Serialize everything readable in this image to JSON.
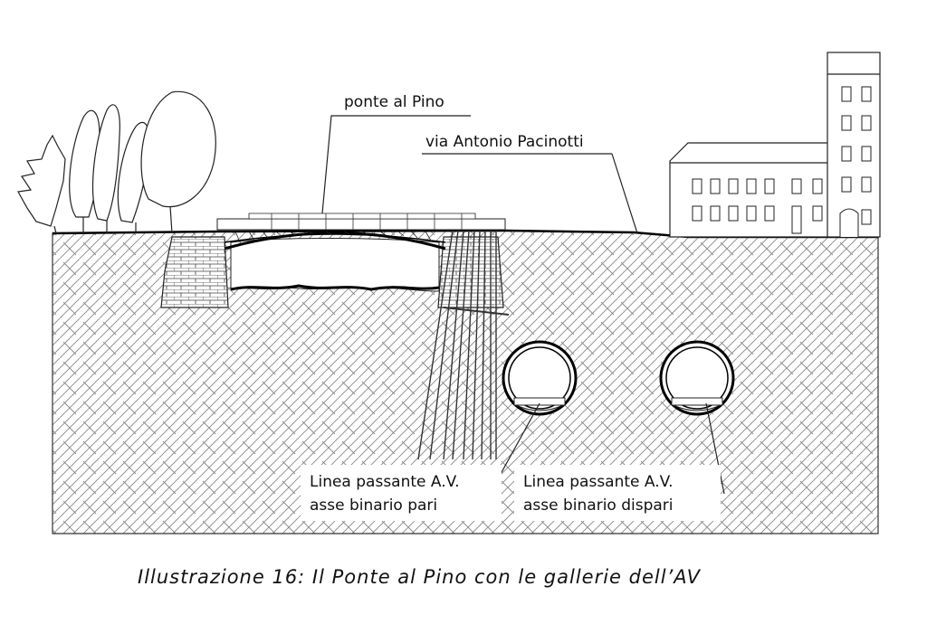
{
  "labels": {
    "bridge": "ponte al Pino",
    "street": "via Antonio Pacinotti",
    "tunnel_left_line1": "Linea passante A.V.",
    "tunnel_left_line2": "asse binario pari",
    "tunnel_right_line1": "Linea passante A.V.",
    "tunnel_right_line2": "asse binario dispari"
  },
  "caption": "Illustrazione 16: Il Ponte al Pino con le gallerie dell’AV"
}
